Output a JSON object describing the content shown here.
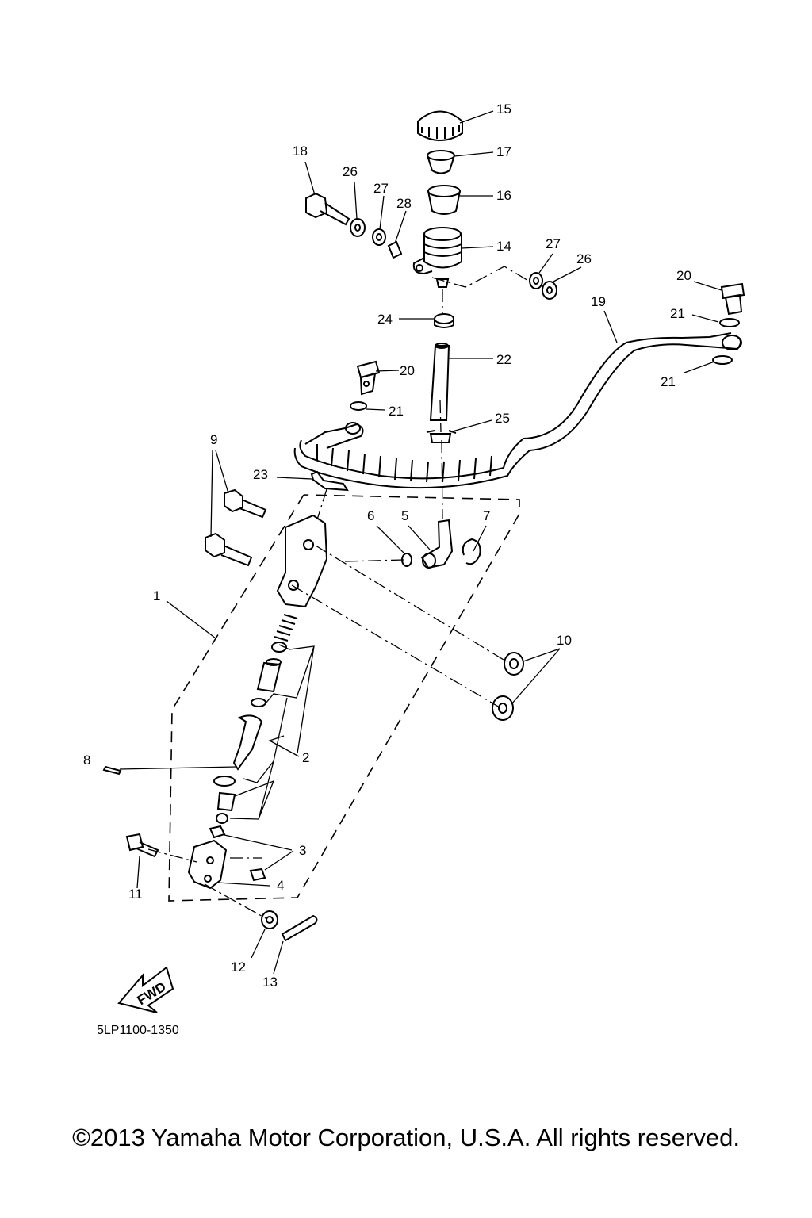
{
  "diagram": {
    "part_labels": {
      "p1": "1",
      "p2": "2",
      "p3": "3",
      "p4": "4",
      "p5": "5",
      "p6": "6",
      "p7": "7",
      "p8": "8",
      "p9": "9",
      "p10": "10",
      "p11": "11",
      "p12": "12",
      "p13": "13",
      "p14": "14",
      "p15": "15",
      "p16": "16",
      "p17": "17",
      "p18": "18",
      "p19": "19",
      "p20a": "20",
      "p20b": "20",
      "p21a": "21",
      "p21b": "21",
      "p21c": "21",
      "p22": "22",
      "p23": "23",
      "p24": "24",
      "p25": "25",
      "p26a": "26",
      "p26b": "26",
      "p27a": "27",
      "p27b": "27",
      "p28": "28"
    },
    "fwd_arrow": "FWD",
    "diagram_code": "5LP1100-1350",
    "copyright": "©2013 Yamaha Motor Corporation, U.S.A. All rights reserved."
  }
}
